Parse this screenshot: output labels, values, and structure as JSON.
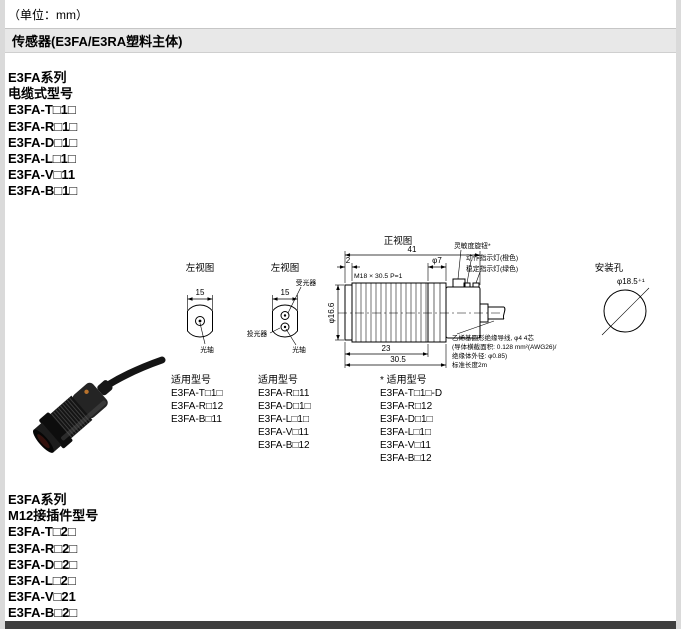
{
  "page": {
    "unit_note": "（单位：mm）",
    "section_header": "传感器(E3FA/E3RA塑料主体)"
  },
  "colors": {
    "band_bg": "#e8e8e8",
    "side_strip": "#dadada",
    "bottom_bar": "#3f3f3f",
    "text": "#000000"
  },
  "cable_models": {
    "series": "E3FA系列",
    "type": "电缆式型号",
    "models": [
      "E3FA-T□1□",
      "E3FA-R□1□",
      "E3FA-D□1□",
      "E3FA-L□1□",
      "E3FA-V□11",
      "E3FA-B□1□"
    ]
  },
  "connector_models": {
    "series": "E3FA系列",
    "type": "M12接插件型号",
    "models": [
      "E3FA-T□2□",
      "E3FA-R□2□",
      "E3FA-D□2□",
      "E3FA-L□2□",
      "E3FA-V□21",
      "E3FA-B□2□"
    ]
  },
  "drawing": {
    "labels": {
      "front_view": "正视图",
      "left_view_1": "左视图",
      "left_view_2": "左视图",
      "mounting_hole": "安装孔"
    },
    "dims": {
      "overall_length": "41",
      "front_bezel": "2",
      "cap_dia": "φ7",
      "thread_spec": "M18 × 30.5 P=1",
      "body_dia": "φ16.6",
      "front_length": "23",
      "thread_length": "30.5",
      "width_1": "15",
      "width_2": "15",
      "mounting_hole_dia": "φ18.5⁺¹"
    },
    "callouts": {
      "sensitivity_knob": "灵敏度旋钮*",
      "operation_indicator": "动作指示灯(橙色)",
      "stability_indicator": "稳定指示灯(绿色)",
      "receiver": "受光器",
      "emitter": "投光器",
      "optical_axis_1": "光轴",
      "optical_axis_2": "光轴"
    },
    "cable_spec": [
      "乙烯基圆形绝缘导线, φ4 4芯",
      "(导体横截面积: 0.128 mm²(AWG26)/",
      "绝缘体外径: φ0.85)",
      "标准长度2m"
    ]
  },
  "applicable_models": [
    {
      "title": "适用型号",
      "models": [
        "E3FA-T□1□",
        "E3FA-R□12",
        "E3FA-B□11"
      ]
    },
    {
      "title": "适用型号",
      "models": [
        "E3FA-R□11",
        "E3FA-D□1□",
        "E3FA-L□1□",
        "E3FA-V□11",
        "E3FA-B□12"
      ]
    },
    {
      "title": "* 适用型号",
      "models": [
        "E3FA-T□1□-D",
        "E3FA-R□12",
        "E3FA-D□1□",
        "E3FA-L□1□",
        "E3FA-V□11",
        "E3FA-B□12"
      ]
    }
  ]
}
